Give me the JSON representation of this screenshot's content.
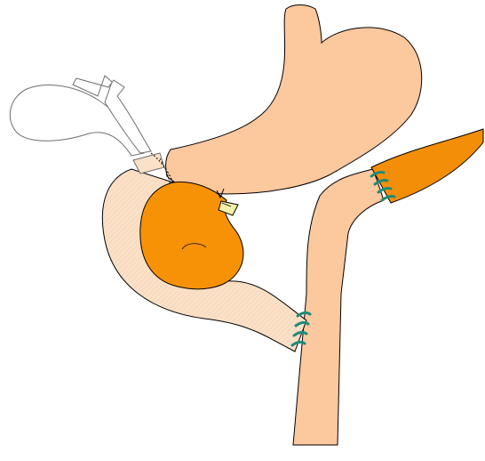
{
  "diagram": {
    "labels": [],
    "colors": {
      "background": "#ffffff",
      "stomach_fill": "#fcc89e",
      "jejunum_fill": "#fcc89e",
      "duodenum_fill": "#fbe1c8",
      "pancreas_fill": "#f79207",
      "pancreatic_tail_fill": "#f38e08",
      "outline": "#000000",
      "biliary_outline": "#6e6e6e",
      "suture": "#1f8a78",
      "stapler_ring": "#f3f0a6"
    },
    "structures": [
      "stomach-remnant",
      "biliary-tree",
      "duodenum-loop",
      "pancreatic-head",
      "pancreatic-tail",
      "jejunal-limb",
      "gastrojejunal-anastomosis",
      "duodenojejunal-anastomosis",
      "pancreaticojejunal-anastomosis",
      "closed-duodenal-stump"
    ]
  }
}
